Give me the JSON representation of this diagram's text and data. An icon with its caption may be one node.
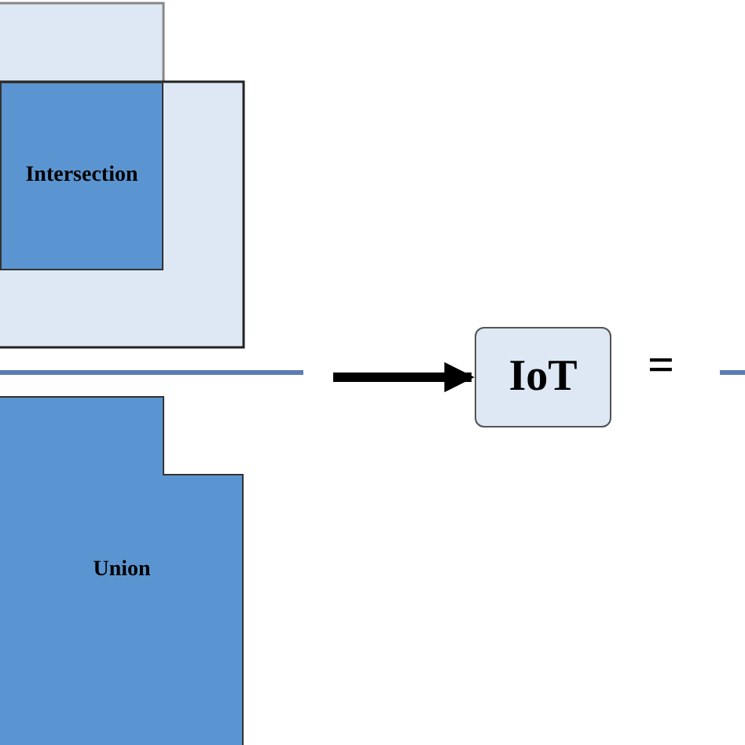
{
  "diagram": {
    "nodes": [
      {
        "text": [
          "Intersection"
        ]
      },
      {
        "text": [
          "Union"
        ]
      },
      {
        "text": [
          "IoT"
        ]
      }
    ],
    "edges": [
      {
        "from": null,
        "to": 2,
        "arrow": "to"
      }
    ],
    "labels": [
      "="
    ]
  }
}
